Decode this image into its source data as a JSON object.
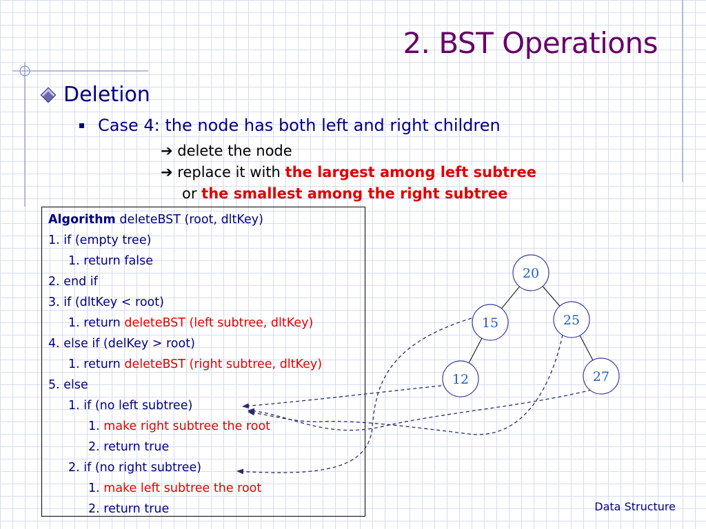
{
  "slide": {
    "title": "2. BST Operations",
    "bullet1": "Deletion",
    "bullet2": "Case 4: the node has both left and right children",
    "step1": "delete the node",
    "step2_prefix": "replace it with ",
    "step2_bold": "the largest among left subtree",
    "step3_prefix": "or ",
    "step3_bold": "the smallest among the right subtree",
    "arrow_glyph": "➔",
    "footer": "Data Structure"
  },
  "algorithm": {
    "header_bold": "Algorithm",
    "header_rest": " deleteBST (root, dltKey)",
    "lines": [
      {
        "plain": "1. if (empty tree)",
        "red": ""
      },
      {
        "plain": "1. return false",
        "red": ""
      },
      {
        "plain": "2. end if",
        "red": ""
      },
      {
        "plain": "3. if (dltKey < root)",
        "red": ""
      },
      {
        "plain": "1. return ",
        "red": "deleteBST (left subtree, dltKey)"
      },
      {
        "plain": "4. else if (delKey > root)",
        "red": ""
      },
      {
        "plain": "1. return ",
        "red": "deleteBST (right subtree, dltKey)"
      },
      {
        "plain": "5. else",
        "red": ""
      },
      {
        "plain": "1. if (no left subtree)",
        "red": ""
      },
      {
        "plain": "1. ",
        "red": "make right subtree the root"
      },
      {
        "plain": "2. return true",
        "red": ""
      },
      {
        "plain": "2. if (no right subtree)",
        "red": ""
      },
      {
        "plain": "1. ",
        "red": "make left subtree the root"
      },
      {
        "plain": "2. return true",
        "red": ""
      }
    ]
  },
  "tree": {
    "nodes": [
      {
        "id": "n20",
        "label": "20"
      },
      {
        "id": "n15",
        "label": "15"
      },
      {
        "id": "n25",
        "label": "25"
      },
      {
        "id": "n12",
        "label": "12"
      },
      {
        "id": "n27",
        "label": "27"
      }
    ]
  },
  "colors": {
    "title": "#660066",
    "bullet_text": "#000080",
    "highlight": "#e00000",
    "node_outline": "#3a3a9a",
    "node_label": "#1f5fbf"
  }
}
